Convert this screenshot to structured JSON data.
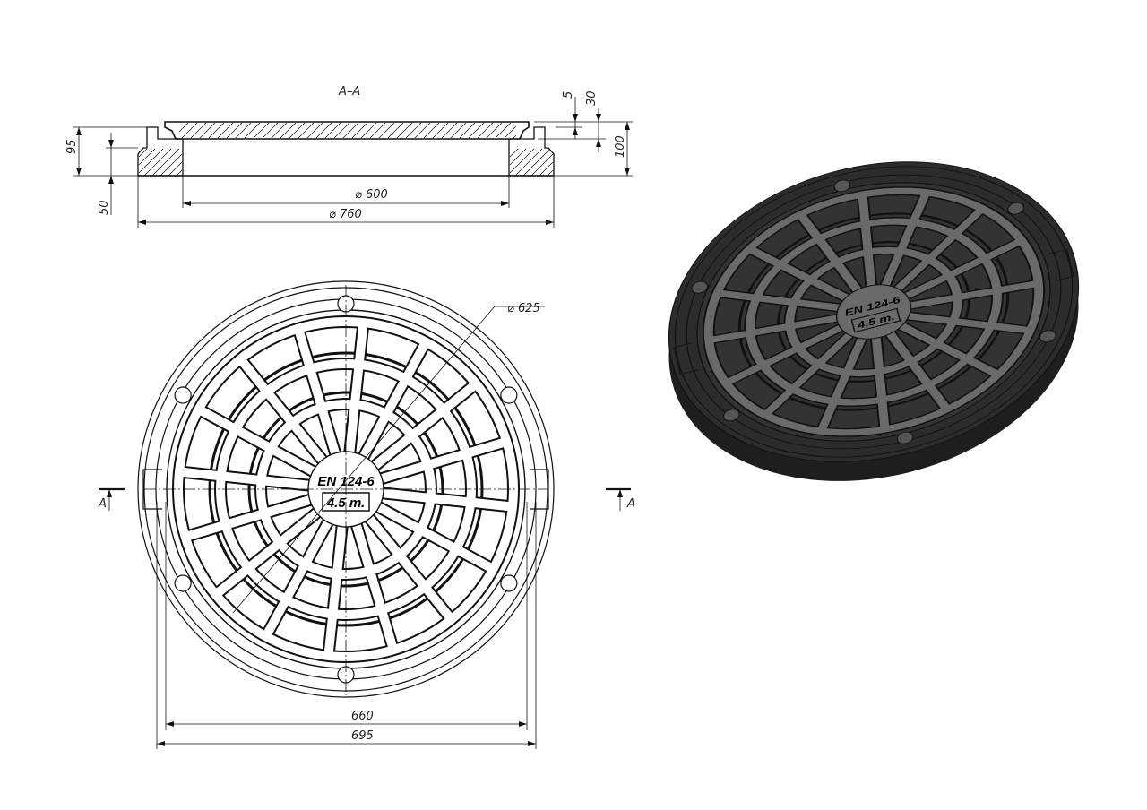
{
  "section": {
    "title": "A–A",
    "dims": {
      "d5": "5",
      "d30": "30",
      "d95": "95",
      "d100": "100",
      "d50": "50",
      "d600": "⌀ 600",
      "d760": "⌀ 760"
    }
  },
  "plan": {
    "d625": "⌀ 625",
    "d660": "660",
    "d695": "695",
    "marking_top": "EN 124-6",
    "marking_load": "4.5 т.",
    "cut_left": "A",
    "cut_right": "A"
  },
  "iso": {
    "marking_top": "EN 124-6",
    "marking_load": "4.5 т."
  },
  "colors": {
    "line": "#111111",
    "iso_body": "#3a3a3a",
    "iso_rib": "#5a5a5a"
  }
}
